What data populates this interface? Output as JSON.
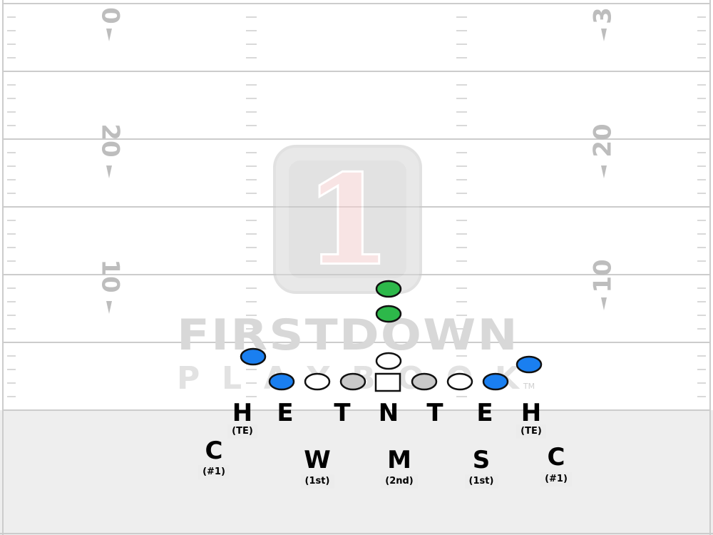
{
  "field": {
    "yard_numbers_left": [
      "0",
      "20",
      "10"
    ],
    "yard_numbers_right": [
      "3",
      "20",
      "10"
    ]
  },
  "watermark": {
    "logo_digit": "1",
    "brand_line1": "FIRSTDOWN",
    "brand_line2": "PLAYBOOK",
    "trademark": "TM"
  },
  "colors": {
    "field_line": "#cccccc",
    "yard_number": "#bdbdbd",
    "lower_band": "#eeeeee",
    "offense_eligible": "#1a7ff0",
    "offense_back": "#2db84a",
    "lineman_fill": "#ffffff",
    "tackle_fill": "#c8c8c8"
  },
  "offense": {
    "backs": [
      "back-1",
      "back-2"
    ],
    "quarterback": "qb",
    "center": "center"
  },
  "defense": {
    "line": [
      {
        "pos": "H",
        "note": "(TE)"
      },
      {
        "pos": "E",
        "note": ""
      },
      {
        "pos": "T",
        "note": ""
      },
      {
        "pos": "N",
        "note": ""
      },
      {
        "pos": "T",
        "note": ""
      },
      {
        "pos": "E",
        "note": ""
      },
      {
        "pos": "H",
        "note": "(TE)"
      }
    ],
    "second_level": [
      {
        "pos": "C",
        "note": "(#1)"
      },
      {
        "pos": "W",
        "note": "(1st)"
      },
      {
        "pos": "M",
        "note": "(2nd)"
      },
      {
        "pos": "S",
        "note": "(1st)"
      },
      {
        "pos": "C",
        "note": "(#1)"
      }
    ]
  }
}
